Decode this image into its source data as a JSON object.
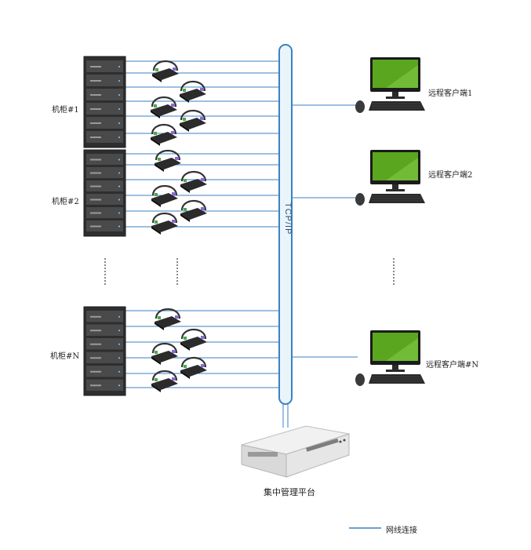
{
  "cabinets": [
    {
      "label": "机柜#1"
    },
    {
      "label": "机柜#2"
    },
    {
      "label": "机柜#N"
    }
  ],
  "clients": [
    {
      "label": "远程客户端1"
    },
    {
      "label": "远程客户端2"
    },
    {
      "label": "远程客户端#N"
    }
  ],
  "bus": {
    "label": "TCP/IP"
  },
  "platform": {
    "label": "集中管理平台"
  },
  "legend": {
    "label": "网线连接"
  },
  "colors": {
    "line": "#3b82c4",
    "bus_fill": "#eaf4fb",
    "rack": "#2b2b2b",
    "screen": "#5aa71f"
  },
  "icons": {
    "cabinet": "server-rack-icon",
    "kvm": "kvm-switch-icon",
    "client": "desktop-computer-icon",
    "platform": "appliance-icon"
  }
}
